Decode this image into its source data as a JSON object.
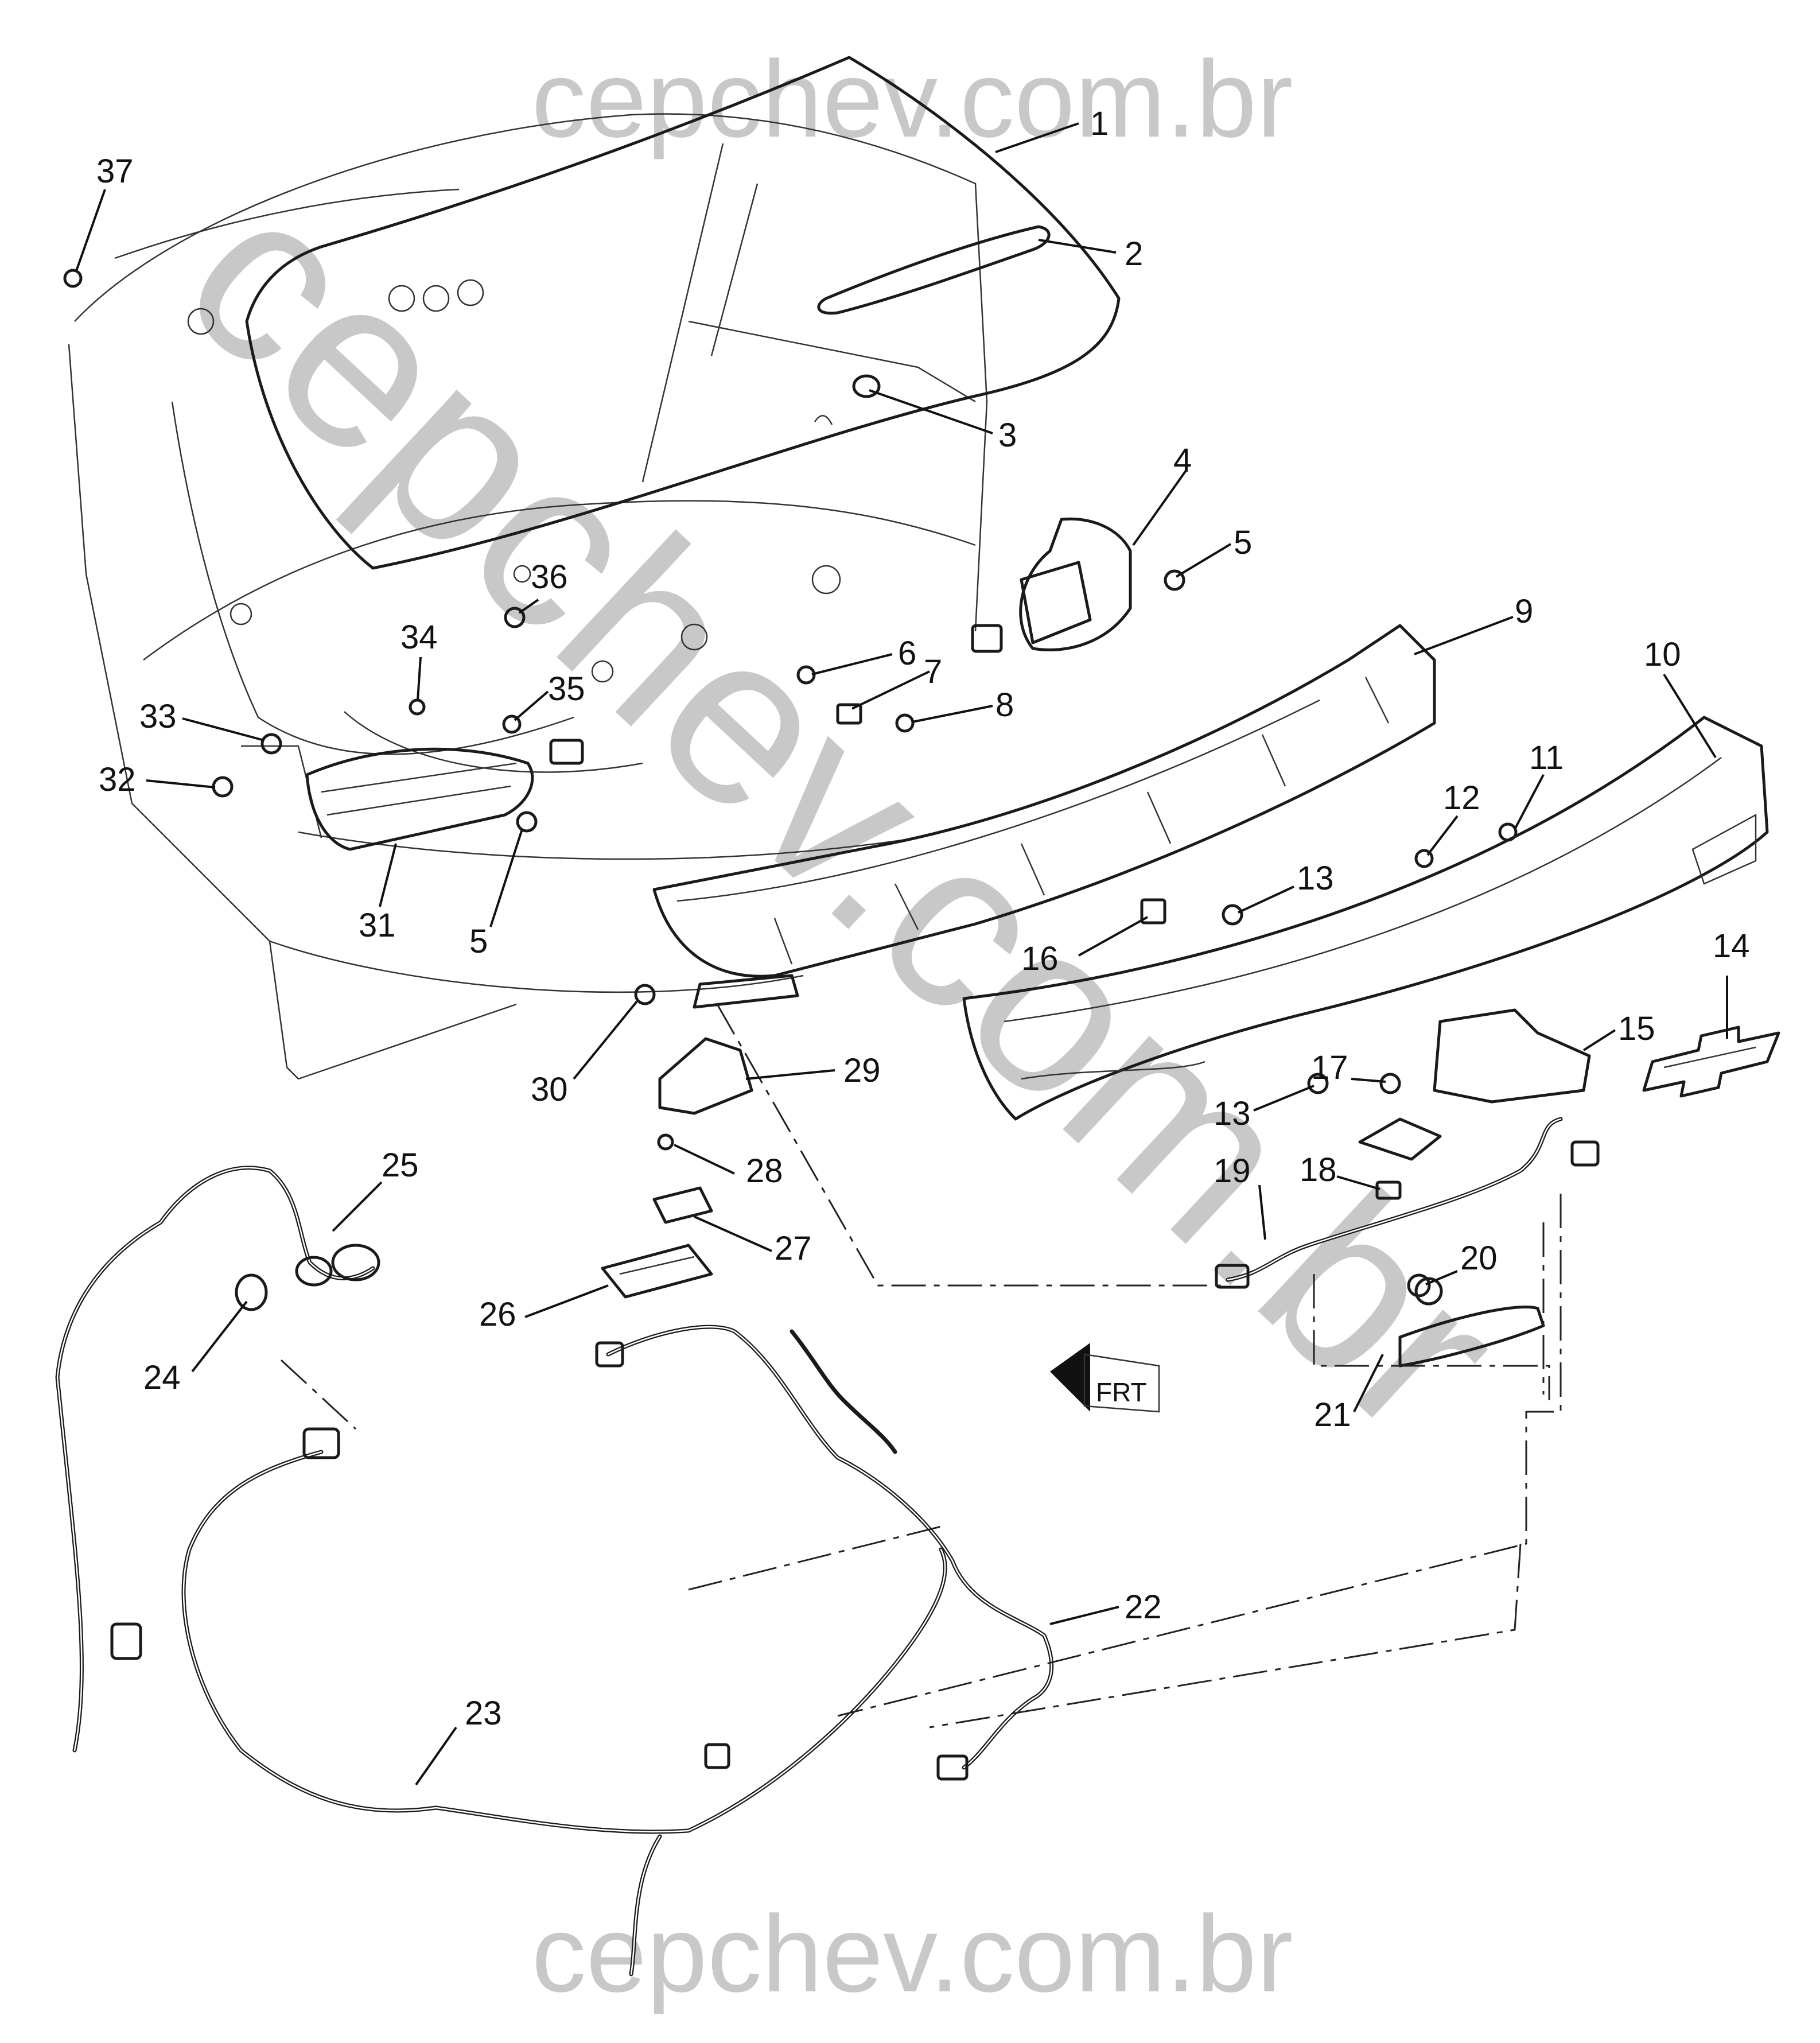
{
  "watermarks": {
    "top": "cepchev.com.br",
    "bottom": "cepchev.com.br",
    "diagonal": "cepchev.com.br"
  },
  "callouts": [
    {
      "n": "1"
    },
    {
      "n": "2"
    },
    {
      "n": "3"
    },
    {
      "n": "4"
    },
    {
      "n": "5"
    },
    {
      "n": "5"
    },
    {
      "n": "6"
    },
    {
      "n": "7"
    },
    {
      "n": "8"
    },
    {
      "n": "9"
    },
    {
      "n": "10"
    },
    {
      "n": "11"
    },
    {
      "n": "12"
    },
    {
      "n": "13"
    },
    {
      "n": "13"
    },
    {
      "n": "14"
    },
    {
      "n": "15"
    },
    {
      "n": "16"
    },
    {
      "n": "17"
    },
    {
      "n": "18"
    },
    {
      "n": "19"
    },
    {
      "n": "20"
    },
    {
      "n": "21"
    },
    {
      "n": "22"
    },
    {
      "n": "23"
    },
    {
      "n": "24"
    },
    {
      "n": "25"
    },
    {
      "n": "26"
    },
    {
      "n": "27"
    },
    {
      "n": "28"
    },
    {
      "n": "29"
    },
    {
      "n": "30"
    },
    {
      "n": "31"
    },
    {
      "n": "32"
    },
    {
      "n": "33"
    },
    {
      "n": "34"
    },
    {
      "n": "35"
    },
    {
      "n": "36"
    },
    {
      "n": "37"
    }
  ],
  "direction_arrow": {
    "label": "FRT"
  }
}
